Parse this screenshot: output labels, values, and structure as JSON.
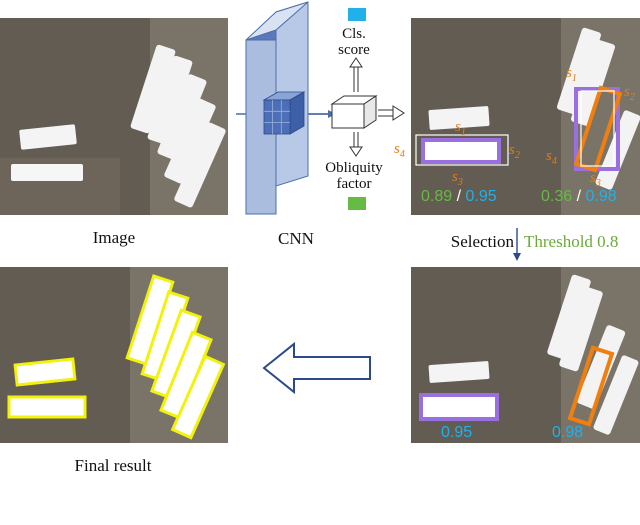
{
  "captions": {
    "image": "Image",
    "cnn": "CNN",
    "final": "Final result",
    "selection": "Selection",
    "threshold": "Threshold 0.8"
  },
  "branches": {
    "cls_line1": "Cls.",
    "cls_line2": "score",
    "obl_line1": "Obliquity",
    "obl_line2": "factor"
  },
  "scores": {
    "left_obliquity": "0.89",
    "left_cls": "0.95",
    "right_obliquity": "0.36",
    "right_cls": "0.98",
    "sep": "/"
  },
  "final_scores": {
    "left": "0.95",
    "right": "0.98"
  },
  "labels": {
    "s": "s",
    "s1": "1",
    "s2": "2",
    "s3": "3",
    "s4": "4"
  },
  "colors": {
    "cls_blue": "#22b0ea",
    "obl_green": "#66bb44",
    "threshold_green": "#6aaa3a",
    "purple": "#9a6fe0",
    "orange": "#f07f10",
    "yellow": "#f2f20a",
    "cnn_face": "#b8c9e8",
    "cnn_side": "#5b79b8",
    "arrow_blue": "#4a6fa8"
  }
}
